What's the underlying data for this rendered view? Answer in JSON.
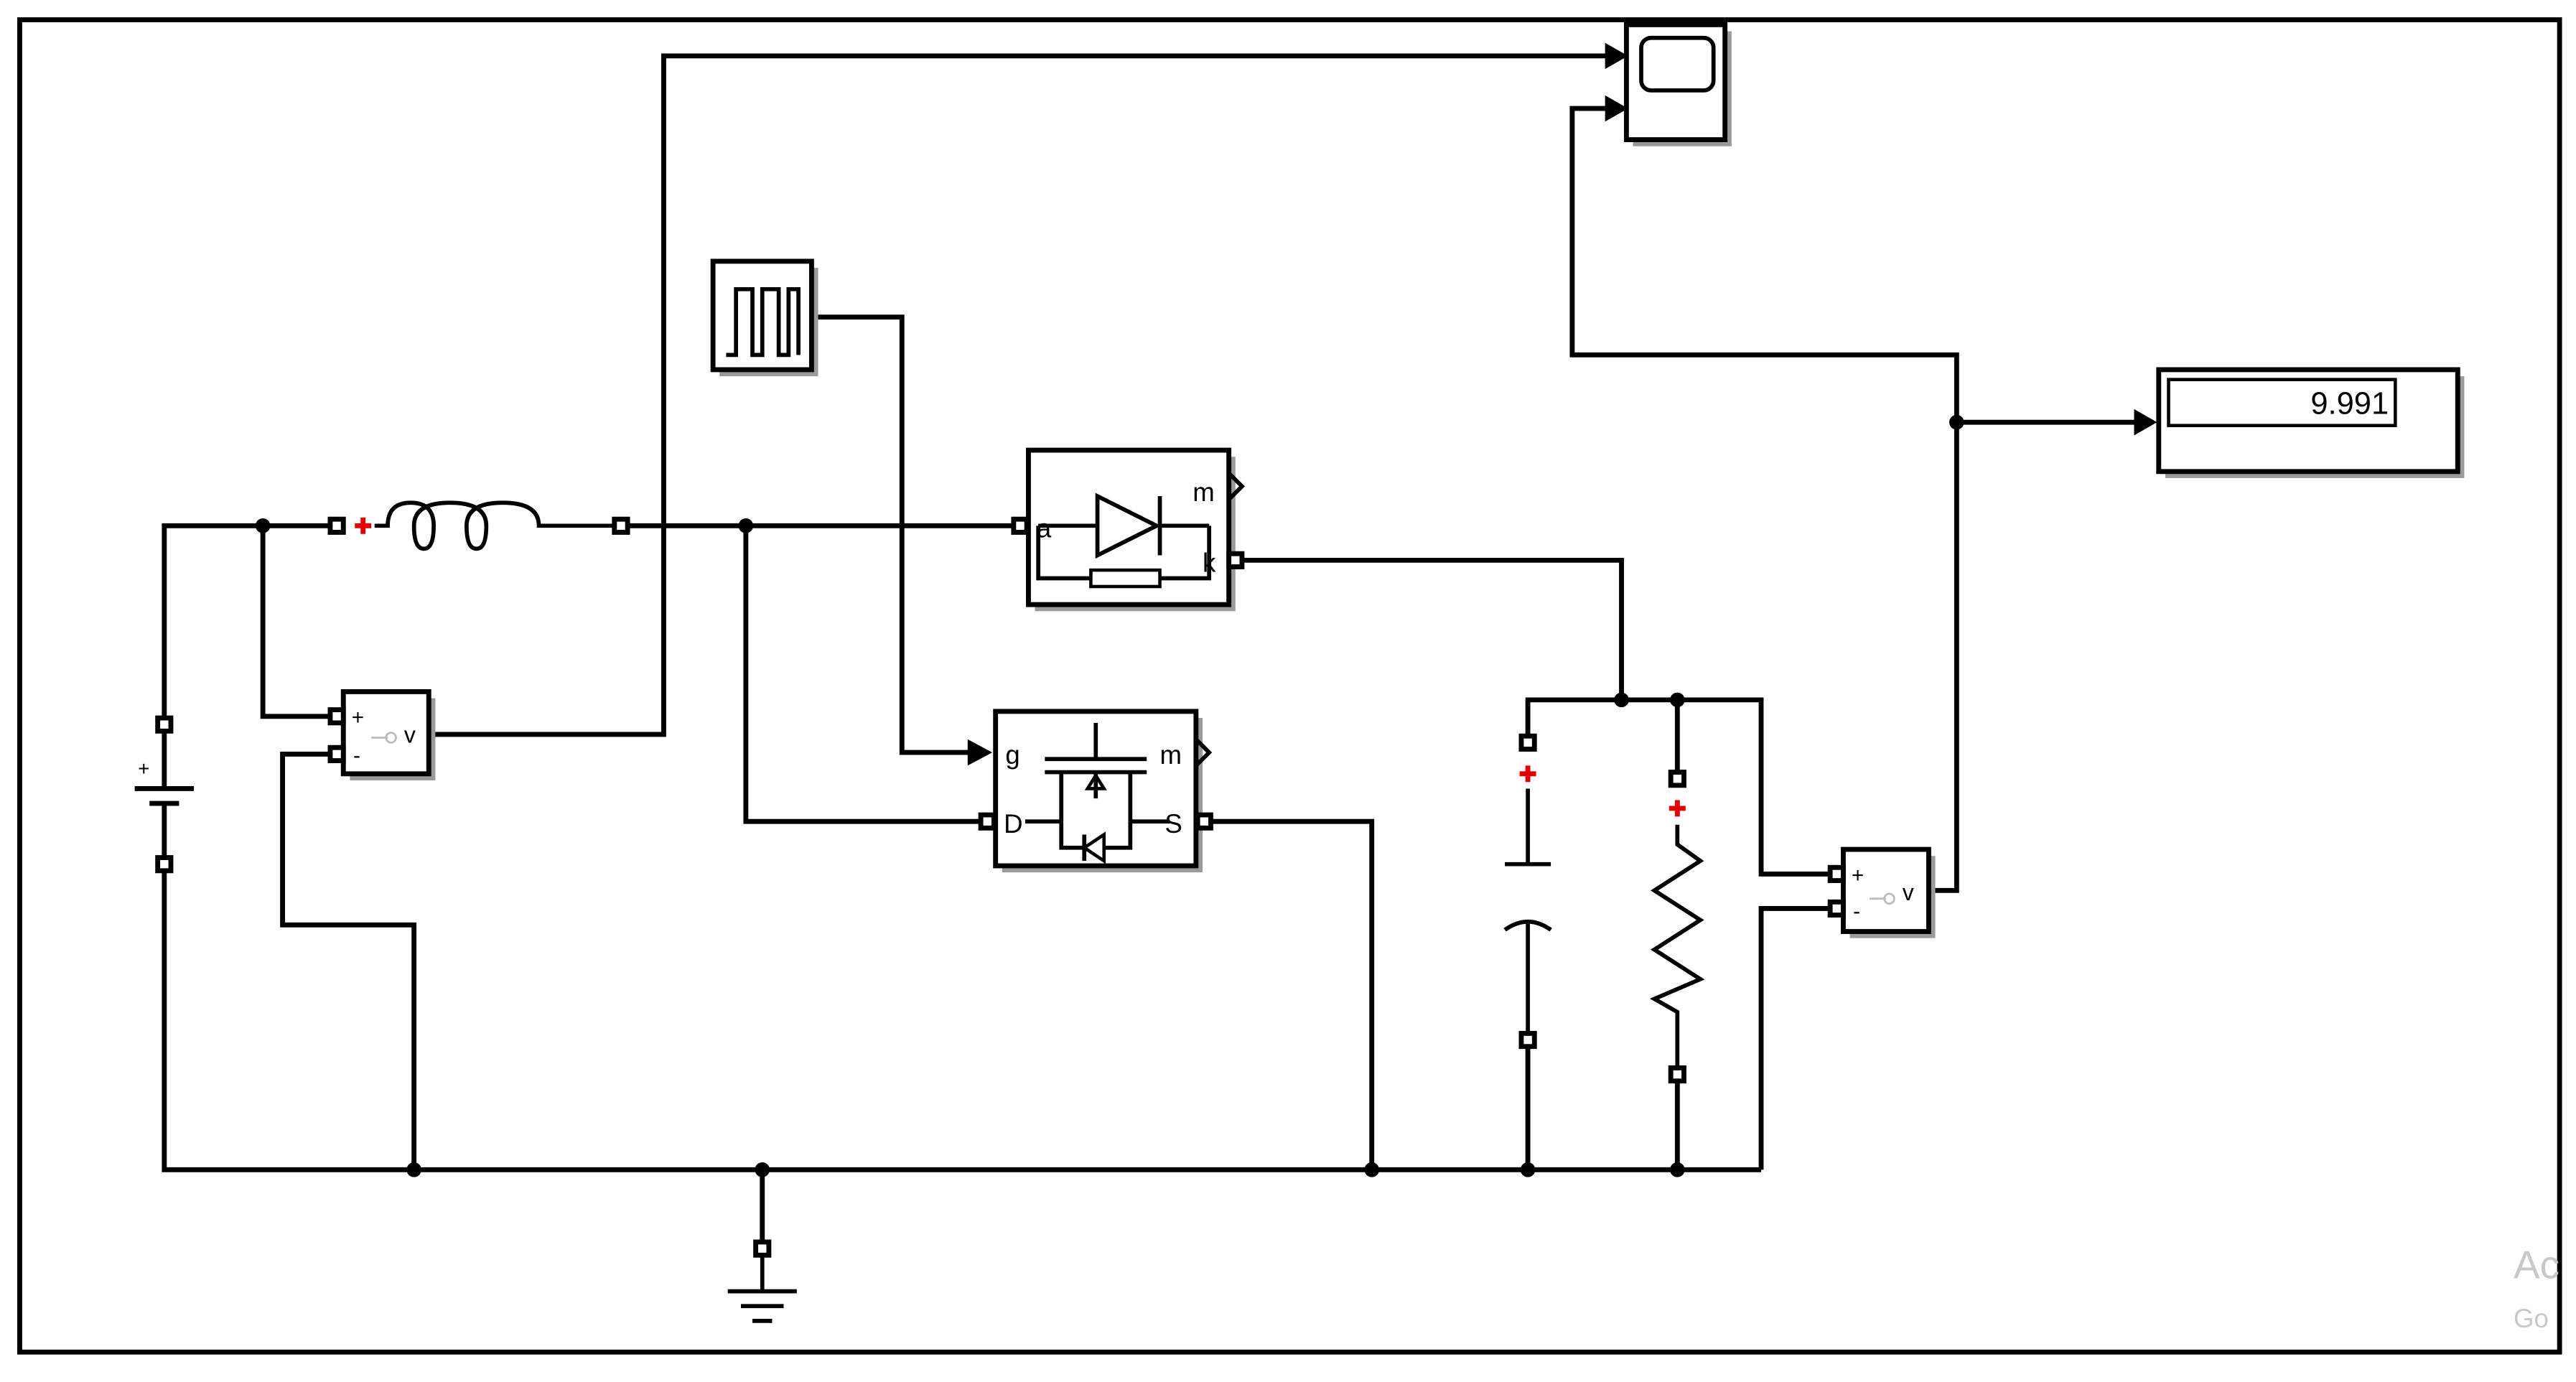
{
  "diagram": {
    "display": {
      "value": "9.991"
    },
    "port_labels": {
      "anode": "a",
      "cathode": "k",
      "diode_meas": "m",
      "gate": "g",
      "drain": "D",
      "source": "S",
      "mosfet_meas": "m",
      "vsensor_plus": "+",
      "vsensor_minus": "-",
      "vsensor_out": "v",
      "battery_plus": "+"
    },
    "watermark": {
      "line1": "Ac",
      "line2": "Go"
    }
  }
}
